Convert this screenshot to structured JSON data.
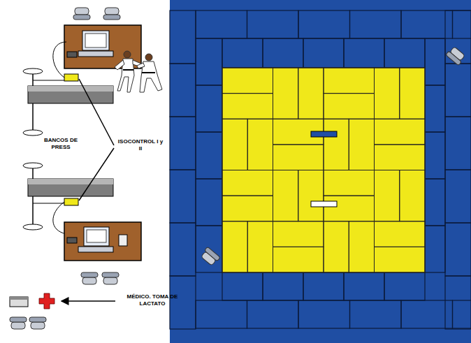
{
  "diagram": {
    "labels": [
      "BANCOS DE PRESS",
      "ISOCONTROL I y II",
      "MÉDICO. TOMA DE LACTATO"
    ]
  }
}
